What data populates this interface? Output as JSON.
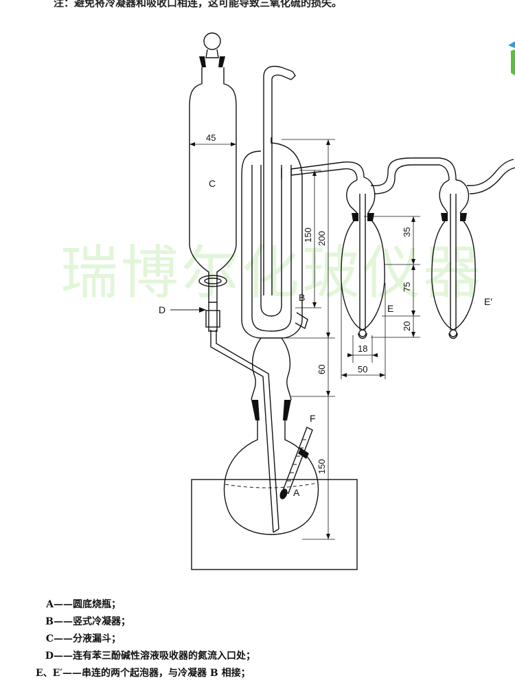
{
  "top_note": "注：避免将冷凝器和吸收口相连，这可能导致三氧化硫的损失。",
  "watermark": "瑞博尔化玻仪器",
  "labels": {
    "a": "A",
    "b": "B",
    "c": "C",
    "d": "D",
    "e": "E",
    "e_prime": "E′",
    "f": "F"
  },
  "dimensions": {
    "funnel_width": "45",
    "condenser_inner": "150",
    "condenser_outer": "200",
    "bubbler_top": "35",
    "bubbler_body": "75",
    "bubbler_bottom": "20",
    "bubbler_inner_width": "18",
    "bubbler_outer_width": "50",
    "joint_length": "60",
    "flask_height": "150"
  },
  "legend": [
    {
      "key": "A",
      "text": "圆底烧瓶；"
    },
    {
      "key": "B",
      "text": "竖式冷凝器；"
    },
    {
      "key": "C",
      "text": "分液漏斗；"
    },
    {
      "key": "D",
      "text": "连有苯三酚碱性溶液吸收器的氮流入口处；"
    },
    {
      "key": "E、E′",
      "text": "串连的两个起泡器，与冷凝器 B 相接；"
    }
  ]
}
